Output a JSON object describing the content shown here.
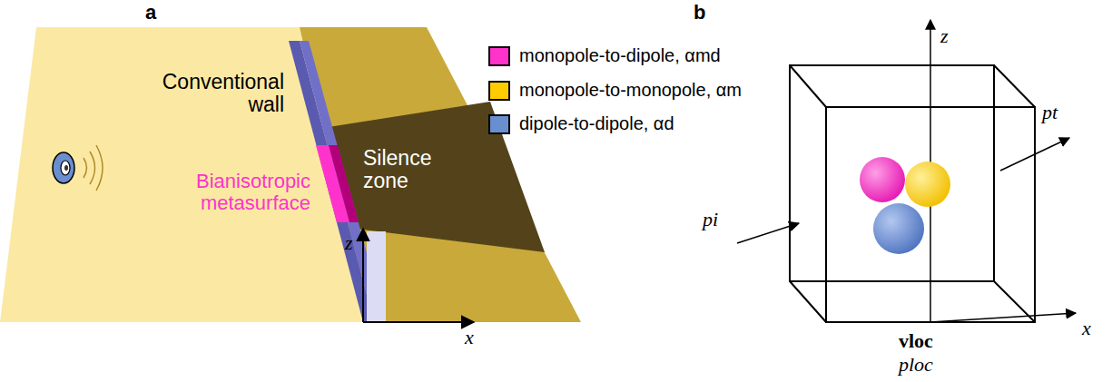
{
  "diagram": {
    "nodes": [
      {
        "text": [
          "Silence zone"
        ]
      }
    ],
    "labels": [
      "a",
      "Conventional wall",
      "Bianisotropic metasurface",
      "z",
      "x",
      "b",
      "z",
      "x",
      "pt",
      "pi",
      "vloc",
      "ploc"
    ],
    "legend": [
      {
        "text": "monopole-to-dipole, αmd",
        "color": "#ff33cc"
      },
      {
        "text": "monopole-to-monopole, αm",
        "color": "#ffcc00"
      },
      {
        "text": "dipole-to-dipole, αd",
        "color": "#6a8fd0"
      }
    ]
  }
}
